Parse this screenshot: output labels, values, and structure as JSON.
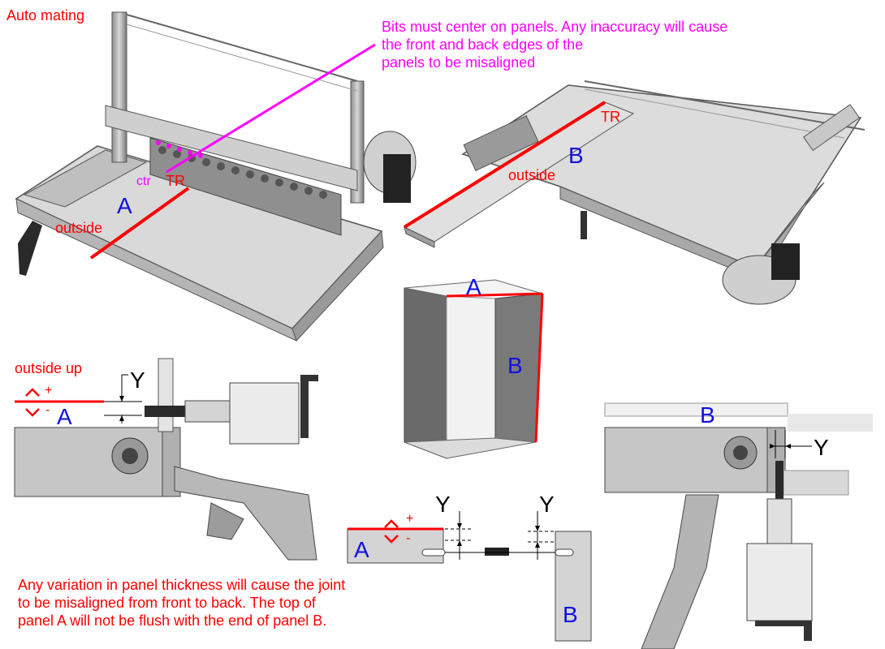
{
  "top_left": {
    "title": "Auto mating",
    "ctr": "ctr",
    "tr": "TR",
    "panel": "A",
    "outside": "outside"
  },
  "top_note": {
    "line1": "Bits must center on panels. Any inaccuracy will cause",
    "line2": "the front and back edges of the",
    "line3": "panels to be misaligned"
  },
  "top_right": {
    "tr": "TR",
    "panel": "B",
    "outside": "outside"
  },
  "box": {
    "top": "A",
    "side": "B"
  },
  "mid_left": {
    "outside_up": "outside up",
    "plus": "+",
    "minus": "-",
    "panel": "A",
    "y": "Y"
  },
  "bottom_center": {
    "y_left": "Y",
    "y_right": "Y",
    "plus": "+",
    "minus": "-",
    "panel_a": "A",
    "panel_b": "B"
  },
  "right_detail": {
    "panel": "B",
    "y": "Y"
  },
  "bottom_note": {
    "line1": "Any variation in panel thickness will cause the joint",
    "line2": "to be misaligned from front to back. The top of",
    "line3": "panel A will not be flush with the end of panel B."
  },
  "colors": {
    "red": "#ff0000",
    "magenta": "#ff00ff",
    "blue": "#1010e0",
    "machine_gray": "#c8c8c8",
    "dark_gray": "#707070"
  }
}
